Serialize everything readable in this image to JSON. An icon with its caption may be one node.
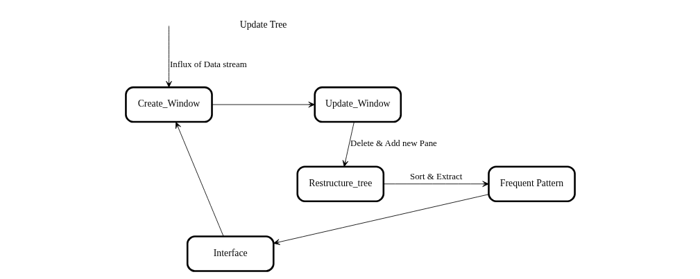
{
  "diagram": {
    "nodes": [
      {
        "text": [
          "Create_Window"
        ]
      },
      {
        "text": [
          "Update_Window"
        ]
      },
      {
        "text": [
          "Restructure_tree"
        ]
      },
      {
        "text": [
          "Frequent Pattern"
        ]
      },
      {
        "text": [
          "Interface"
        ]
      }
    ],
    "edges": [
      {
        "from": null,
        "to": 0,
        "arrow": "to",
        "label": "Influx of Data stream"
      },
      {
        "from": 0,
        "to": 1,
        "arrow": "to"
      },
      {
        "from": 1,
        "to": 2,
        "arrow": "to",
        "label": "Delete & Add new Pane"
      },
      {
        "from": 2,
        "to": 3,
        "arrow": "to",
        "label": "Sort & Extract"
      },
      {
        "from": 3,
        "to": 4,
        "arrow": "to"
      },
      {
        "from": 4,
        "to": 0,
        "arrow": "to"
      }
    ],
    "labels": [
      "Update Tree"
    ]
  }
}
